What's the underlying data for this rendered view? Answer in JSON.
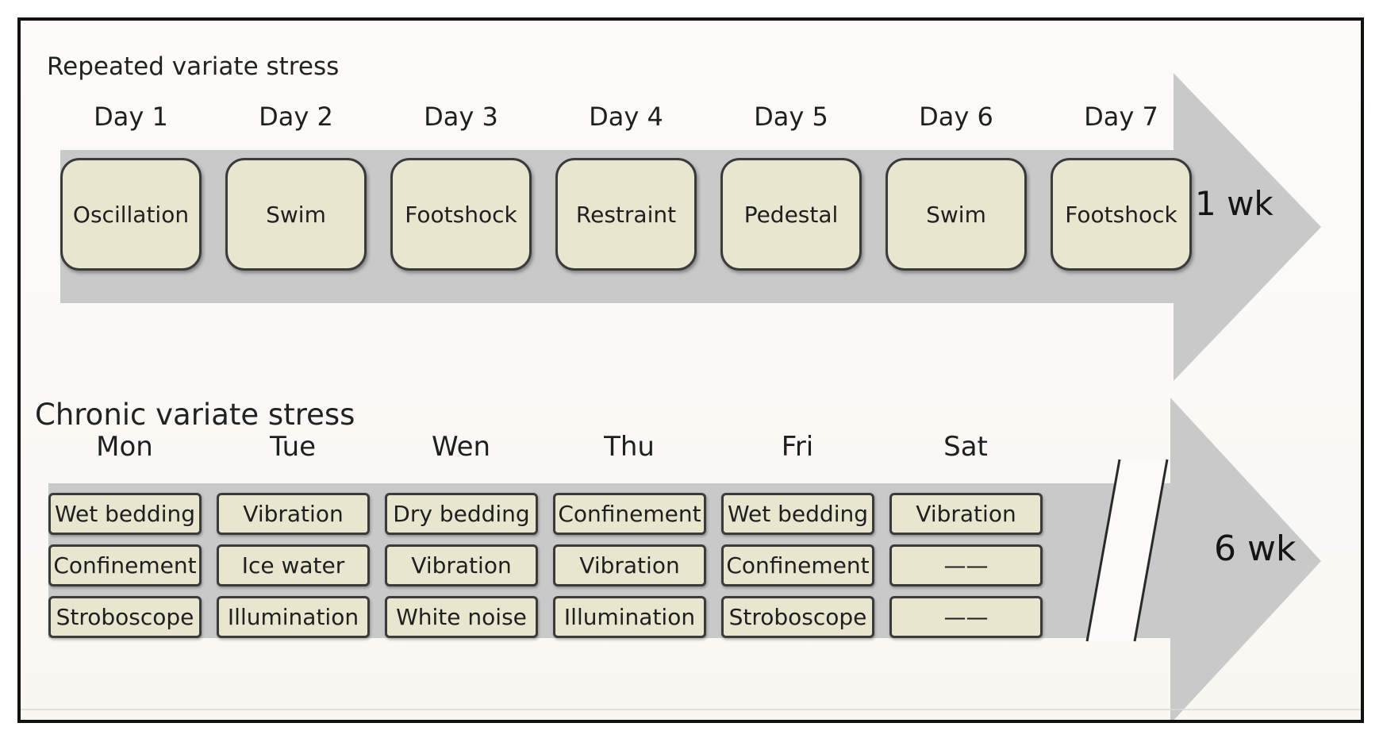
{
  "repeated_variate_stress": {
    "title": "Repeated variate stress",
    "duration": "1 wk",
    "days": [
      {
        "label": "Day 1",
        "stressor": "Oscillation"
      },
      {
        "label": "Day 2",
        "stressor": "Swim"
      },
      {
        "label": "Day 3",
        "stressor": "Footshock"
      },
      {
        "label": "Day 4",
        "stressor": "Restraint"
      },
      {
        "label": "Day 5",
        "stressor": "Pedestal"
      },
      {
        "label": "Day 6",
        "stressor": "Swim"
      },
      {
        "label": "Day 7",
        "stressor": "Footshock"
      }
    ]
  },
  "chronic_variate_stress": {
    "title": "Chronic variate stress",
    "duration": "6 wk",
    "days": [
      {
        "label": "Mon",
        "stressors": [
          "Wet bedding",
          "Confinement",
          "Stroboscope"
        ]
      },
      {
        "label": "Tue",
        "stressors": [
          "Vibration",
          "Ice water",
          "Illumination"
        ]
      },
      {
        "label": "Wen",
        "stressors": [
          "Dry bedding",
          "Vibration",
          "White noise"
        ]
      },
      {
        "label": "Thu",
        "stressors": [
          "Confinement",
          "Vibration",
          "Illumination"
        ]
      },
      {
        "label": "Fri",
        "stressors": [
          "Wet bedding",
          "Confinement",
          "Stroboscope"
        ]
      },
      {
        "label": "Sat",
        "stressors": [
          "Vibration",
          "——",
          "——"
        ]
      }
    ]
  },
  "colors": {
    "arrow": "#c9c9c9",
    "box_fill": "#e8e6cf",
    "box_border": "#3b3b3b",
    "background": "#fcfaf6"
  }
}
